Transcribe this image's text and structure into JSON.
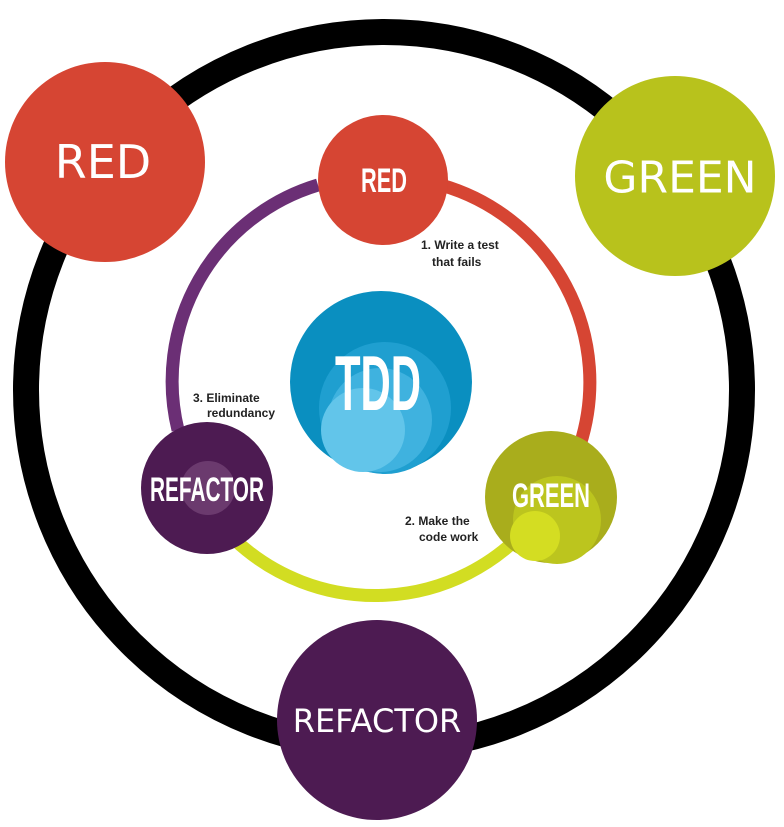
{
  "colors": {
    "red": "#d64533",
    "green": "#b8c21c",
    "purple": "#4d1b52",
    "purple_ring": "#6b2f75",
    "lime_ring": "#d2dd22",
    "tdd_blue": "#0a8fc0",
    "outer_ring": "#000000"
  },
  "outer": {
    "red_label": "RED",
    "green_label": "GREEN",
    "refactor_label": "REFACTOR"
  },
  "inner": {
    "red_label": "RED",
    "green_label": "GREEN",
    "refactor_label": "REFACTOR",
    "center_label": "TDD"
  },
  "steps": {
    "step1_line1": "1. Write a test",
    "step1_line2": "that fails",
    "step2_line1": "2. Make the",
    "step2_line2": "code work",
    "step3_line1": "3. Eliminate",
    "step3_line2": "redundancy"
  }
}
